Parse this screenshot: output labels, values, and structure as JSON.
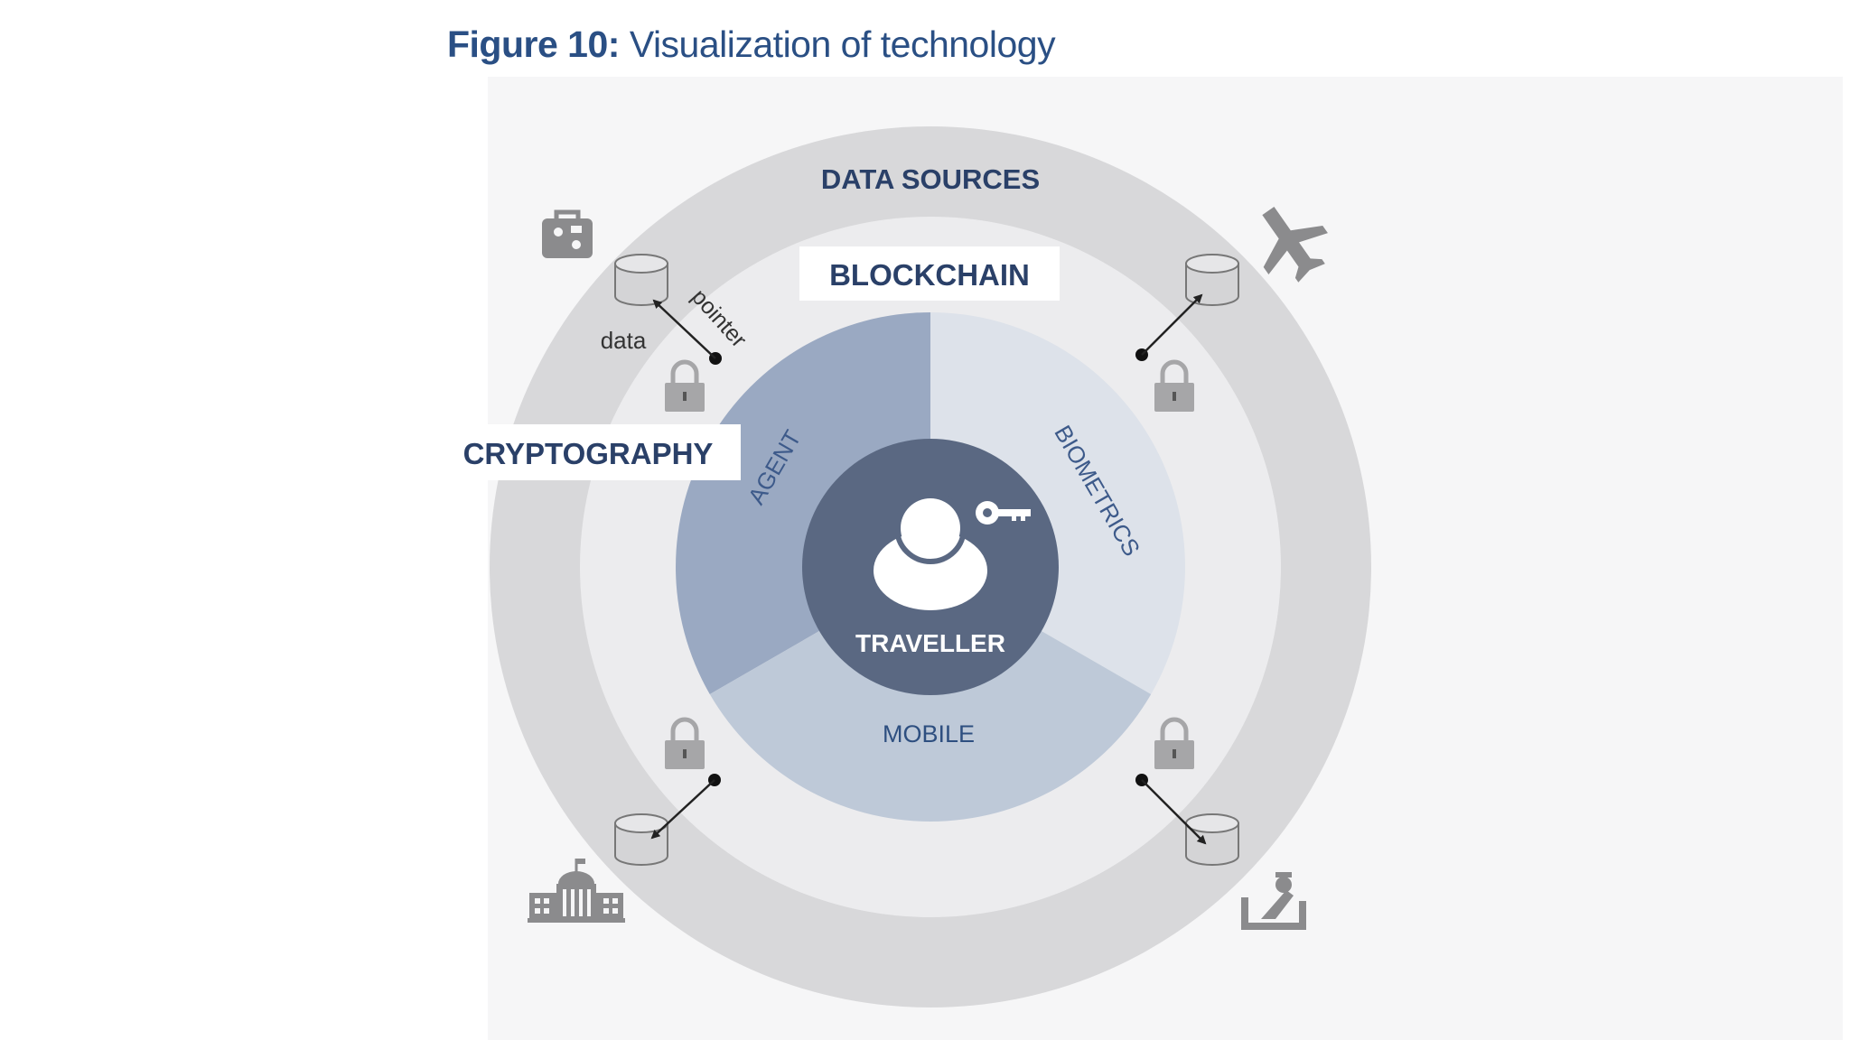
{
  "caption": {
    "number": "Figure 10:",
    "text": "Visualization of technology"
  },
  "diagram": {
    "outer_ring_label": "DATA SOURCES",
    "middle_ring_label": "BLOCKCHAIN",
    "crypto_label": "CRYPTOGRAPHY",
    "center_label": "TRAVELLER",
    "segments": [
      "AGENT",
      "BIOMETRICS",
      "MOBILE"
    ],
    "pointer_label": "pointer",
    "data_label": "data",
    "icons": [
      "luggage-icon",
      "airplane-icon",
      "government-building-icon",
      "border-officer-icon",
      "lock-icon",
      "key-icon",
      "database-icon",
      "person-icon"
    ],
    "colors": {
      "title": "#2a4f84",
      "label": "#2a4068",
      "outer_ring": "#d8d8da",
      "middle_ring": "#ececee",
      "segment_agent": "#9aa9c2",
      "segment_biometrics": "#dde2ea",
      "segment_mobile": "#bec9d8",
      "center": "#5a6882",
      "icon_gray": "#8b8b8d"
    }
  }
}
